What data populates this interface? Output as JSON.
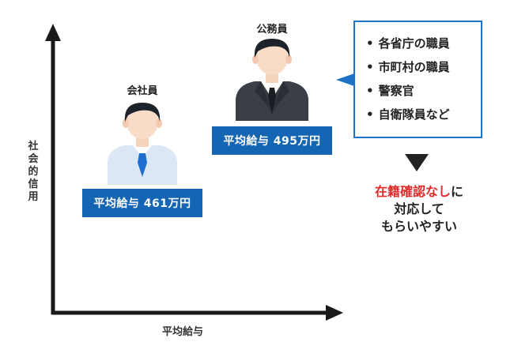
{
  "axes": {
    "y_label_chars": [
      "社",
      "会",
      "的",
      "信",
      "用"
    ],
    "x_label": "平均給与"
  },
  "company_employee": {
    "title": "会社員",
    "salary": "平均給与 461万円"
  },
  "public_servant": {
    "title": "公務員",
    "salary": "平均給与 495万円"
  },
  "bubble": {
    "items": [
      "各省庁の職員",
      "市町村の職員",
      "警察官",
      "自衛隊員など"
    ]
  },
  "note": {
    "highlight": "在籍確認なし",
    "rest_first_line": "に",
    "line2": "対応して",
    "line3": "もらいやすい"
  },
  "colors": {
    "salary_box": "#1565b5",
    "bubble_border": "#1f73c6",
    "highlight": "#e02b2b",
    "axis": "#1a1a1a"
  }
}
